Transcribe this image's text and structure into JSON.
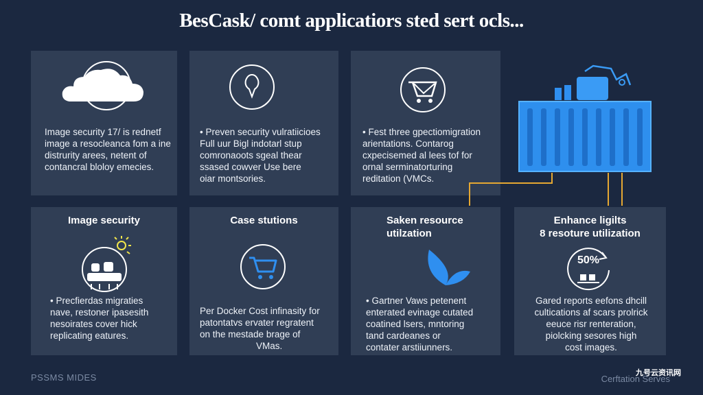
{
  "title": "BesCask/ comt applicatiors sted sert ocls...",
  "top_cards": [
    {
      "text_lines": [
        "Image security 17/ is rednetf",
        "image a resocleanca fom a ine",
        "distrurity arees, netent of",
        "contancral bloloy emecies."
      ]
    },
    {
      "text_lines": [
        "• Preven security vulratiicioes",
        "Full uur Bigl indotarl stup",
        "comronaoots sgeal thear",
        "ssased cowver Use bere",
        "oiar montsories."
      ]
    },
    {
      "text_lines": [
        "• Fest three gpectiomigration",
        "arientations. Contarog",
        "cxpecisemed al lees tof for",
        "ornal serminatorturing",
        "reditation (VMCs."
      ]
    }
  ],
  "bottom_cards": [
    {
      "heading_lines": [
        "Image security"
      ],
      "text_lines": [
        "• Precfierdas migraties",
        "nave, restoner ipasesith",
        "nesoirates cover hick",
        "replicating eatures."
      ]
    },
    {
      "heading_lines": [
        "Case stutions"
      ],
      "text_lines": [
        "Per Docker Cost infinasity for",
        "patontatvs ervater regratent",
        "on the mestade brage of",
        "VMas."
      ]
    },
    {
      "heading_lines": [
        "Saken resource",
        "utilzation"
      ],
      "text_lines": [
        "• Gartner Vaws petenent",
        "enterated evinage cutated",
        "coatined lsers, mntoring",
        "tand cardeanes or",
        "contater arstiiunners."
      ]
    },
    {
      "heading_lines": [
        "Enhance ligilts",
        "8 resoture utilization"
      ],
      "badge": "50%",
      "text_lines": [
        "Gared reports eefons dhcill",
        "cultications af scars prolrick",
        "eeuce risr renteration,",
        "piolcking sesores high",
        "cost images."
      ]
    }
  ],
  "footer": {
    "left": "PSSMS MIDES",
    "right": "Cerftation Serves"
  },
  "watermark": "九号云资讯网",
  "colors": {
    "background": "#1b2840",
    "card": "#303e55",
    "accent_blue": "#2f8ff0",
    "connector": "#e6a832"
  },
  "icons": [
    "cloud-icon",
    "pin-icon",
    "cart-icon",
    "container-illustration",
    "ship-icon",
    "cart-icon",
    "leaf-icon",
    "gauge-icon"
  ]
}
